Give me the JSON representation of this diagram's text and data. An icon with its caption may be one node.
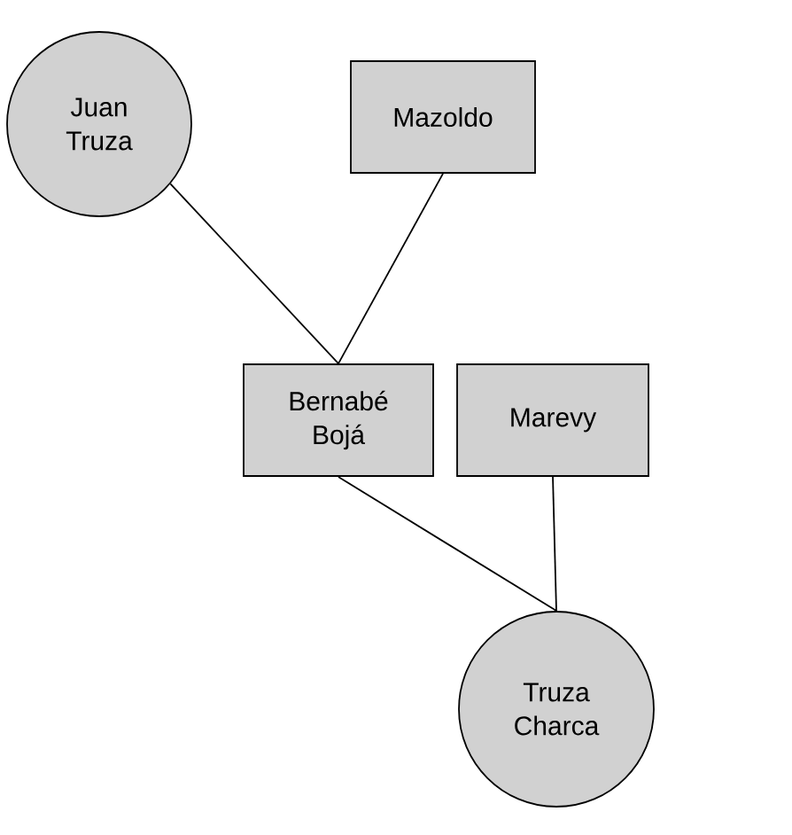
{
  "diagram": {
    "nodes": [
      {
        "text": [
          "Juan Truza"
        ]
      },
      {
        "text": [
          "Mazoldo"
        ]
      },
      {
        "text": [
          "Bernabé Bojá"
        ]
      },
      {
        "text": [
          "Marevy"
        ]
      },
      {
        "text": [
          "Truza Charca"
        ]
      }
    ],
    "edges": [
      {
        "from": 0,
        "to": 2,
        "arrow": "none"
      },
      {
        "from": 1,
        "to": 2,
        "arrow": "none"
      },
      {
        "from": 2,
        "to": 4,
        "arrow": "none"
      },
      {
        "from": 3,
        "to": 4,
        "arrow": "none"
      }
    ]
  }
}
